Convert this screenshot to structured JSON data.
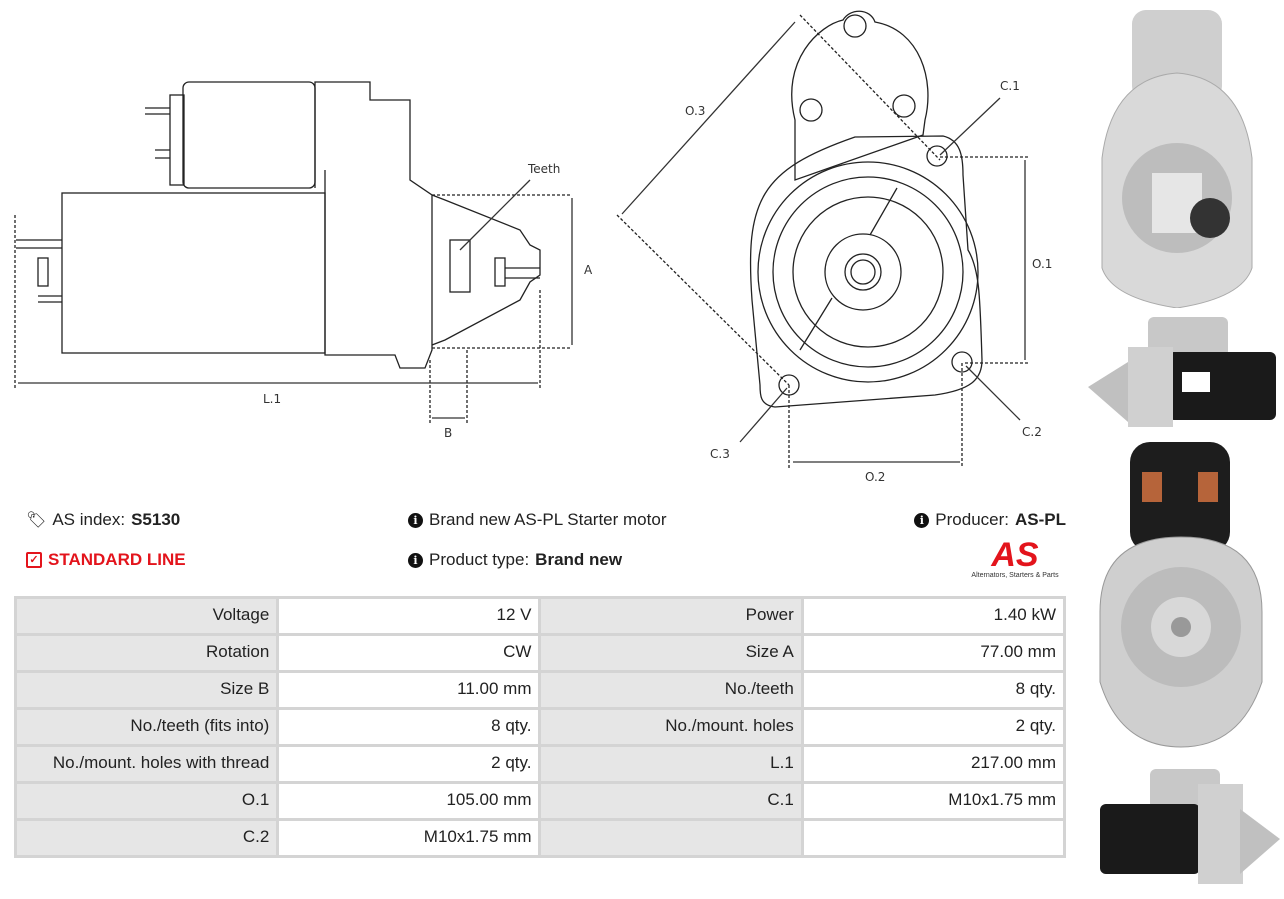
{
  "diagram": {
    "side_labels": {
      "teeth": "Teeth",
      "a": "A",
      "l1": "L.1",
      "b": "B"
    },
    "front_labels": {
      "o3": "O.3",
      "c1": "C.1",
      "o1": "O.1",
      "c2": "C.2",
      "c3": "C.3",
      "o2": "O.2"
    }
  },
  "info": {
    "as_index_label": "AS index:",
    "as_index_value": "S5130",
    "description": "Brand new AS-PL Starter motor",
    "producer_label": "Producer:",
    "producer_value": "AS-PL",
    "line": "STANDARD LINE",
    "product_type_label": "Product type:",
    "product_type_value": "Brand new"
  },
  "logo": {
    "mark": "AS",
    "tagline": "Alternators, Starters & Parts",
    "color": "#e3141c"
  },
  "specs": [
    [
      "Voltage",
      "12 V",
      "Power",
      "1.40 kW"
    ],
    [
      "Rotation",
      "CW",
      "Size A",
      "77.00 mm"
    ],
    [
      "Size B",
      "11.00 mm",
      "No./teeth",
      "8 qty."
    ],
    [
      "No./teeth (fits into)",
      "8 qty.",
      "No./mount. holes",
      "2 qty."
    ],
    [
      "No./mount. holes with thread",
      "2 qty.",
      "L.1",
      "217.00 mm"
    ],
    [
      "O.1",
      "105.00 mm",
      "C.1",
      "M10x1.75 mm"
    ],
    [
      "C.2",
      "M10x1.75 mm",
      "",
      ""
    ]
  ]
}
